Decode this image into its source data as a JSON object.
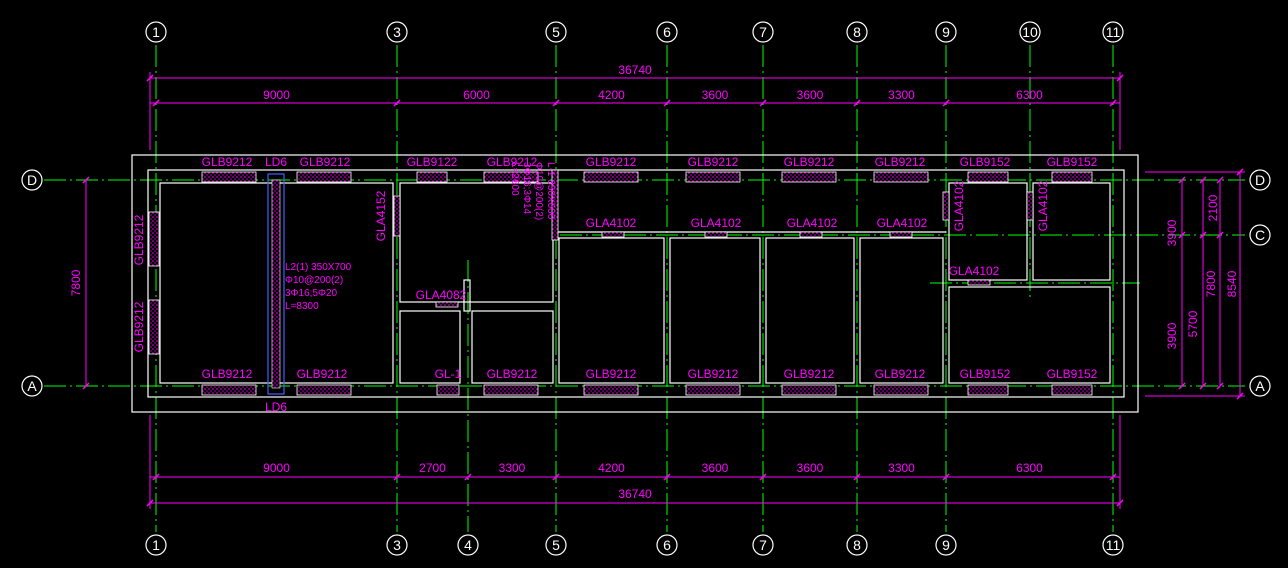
{
  "colors": {
    "background": "#000000",
    "grid_axis": "#00ff00",
    "wall": "#ffffff",
    "dimension": "#ff00ff",
    "annotation": "#ff00ff",
    "window_hatch": "#ff00ff",
    "beam": "#4060ff"
  },
  "top_axes": [
    "1",
    "3",
    "5",
    "6",
    "7",
    "8",
    "9",
    "10",
    "11"
  ],
  "bottom_axes": [
    "1",
    "3",
    "4",
    "5",
    "6",
    "7",
    "8",
    "9",
    "11"
  ],
  "left_axes": [
    "D",
    "A"
  ],
  "right_axes": [
    "D",
    "C",
    "A"
  ],
  "dims": {
    "top_overall": "36740",
    "top_segments": [
      "9000",
      "6000",
      "4200",
      "3600",
      "3600",
      "3300",
      "6300"
    ],
    "bottom_segments": [
      "9000",
      "2700",
      "3300",
      "4200",
      "3600",
      "3600",
      "3300",
      "6300"
    ],
    "bottom_overall": "36740",
    "left_height": "7800",
    "right_col1": [
      "2100",
      "3900"
    ],
    "right_col1_lower": "5700",
    "right_col2": "3900",
    "right_col3": "7800",
    "right_col4": "8540"
  },
  "labels": {
    "top_windows": [
      "GLB9212",
      "LD6",
      "GLB9212",
      "GLB9122",
      "GLB9212",
      "GLB9212",
      "GLB9212",
      "GLB9212",
      "GLB9212",
      "GLB9152",
      "GLB9152"
    ],
    "bottom_windows": [
      "GLB9212",
      "GLB9212",
      "GL-1",
      "GLB9212",
      "GLB9212",
      "GLB9212",
      "GLB9212",
      "GLB9212",
      "GLB9152",
      "GLB9152"
    ],
    "bottom_ld": "LD6",
    "left_windows": [
      "GLB9212",
      "GLB9212"
    ],
    "interior_gla": [
      "GLA4102",
      "GLA4102",
      "GLA4102",
      "GLA4102"
    ],
    "gla4152": "GLA4152",
    "gla4082": "GLA4082",
    "gla4102_right_a": "GLA4102",
    "gla4102_right_b": "GLA4102",
    "gla4102_right_low": "GLA4102",
    "beam_note": [
      "L2(1) 350X700",
      "Φ10@200(2)",
      "3Φ16;5Φ20",
      "L=8300"
    ],
    "rotated_note": [
      "L-1 350X600",
      "Φ10@200(2)",
      "3Φ16;3Φ14",
      "L=2600"
    ]
  }
}
